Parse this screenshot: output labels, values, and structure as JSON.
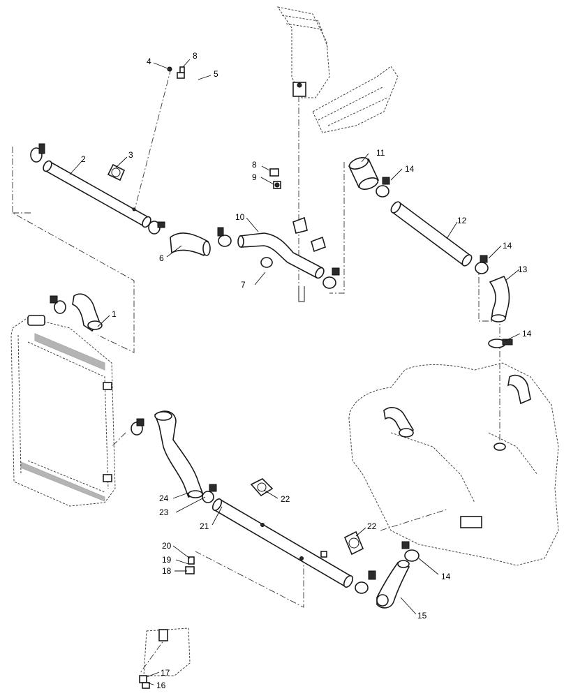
{
  "callouts": [
    {
      "id": "c1",
      "text": "1"
    },
    {
      "id": "c2",
      "text": "2"
    },
    {
      "id": "c3",
      "text": "3"
    },
    {
      "id": "c4",
      "text": "4"
    },
    {
      "id": "c5",
      "text": "5"
    },
    {
      "id": "c6",
      "text": "6"
    },
    {
      "id": "c7",
      "text": "7"
    },
    {
      "id": "c8a",
      "text": "8"
    },
    {
      "id": "c8b",
      "text": "8"
    },
    {
      "id": "c9",
      "text": "9"
    },
    {
      "id": "c10",
      "text": "10"
    },
    {
      "id": "c11",
      "text": "11"
    },
    {
      "id": "c12",
      "text": "12"
    },
    {
      "id": "c13",
      "text": "13"
    },
    {
      "id": "c14a",
      "text": "14"
    },
    {
      "id": "c14b",
      "text": "14"
    },
    {
      "id": "c14c",
      "text": "14"
    },
    {
      "id": "c14d",
      "text": "14"
    },
    {
      "id": "c15",
      "text": "15"
    },
    {
      "id": "c16",
      "text": "16"
    },
    {
      "id": "c17",
      "text": "17"
    },
    {
      "id": "c18",
      "text": "18"
    },
    {
      "id": "c19",
      "text": "19"
    },
    {
      "id": "c20",
      "text": "20"
    },
    {
      "id": "c21",
      "text": "21"
    },
    {
      "id": "c22a",
      "text": "22"
    },
    {
      "id": "c22b",
      "text": "22"
    },
    {
      "id": "c23",
      "text": "23"
    },
    {
      "id": "c24",
      "text": "24"
    }
  ]
}
